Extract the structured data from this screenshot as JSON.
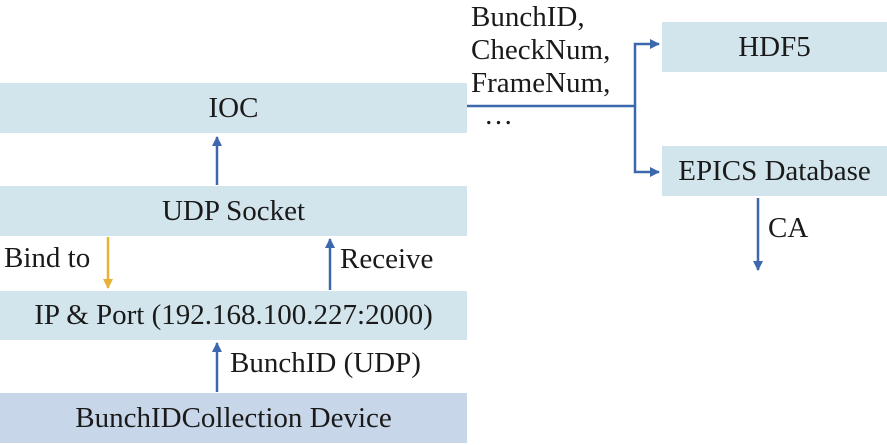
{
  "boxes": {
    "ioc": "IOC",
    "udp_socket": "UDP Socket",
    "ip_port": "IP & Port (192.168.100.227:2000)",
    "device": "BunchIDCollection Device",
    "hdf5": "HDF5",
    "epics_db": "EPICS Database"
  },
  "labels": {
    "bind_to": "Bind to",
    "receive": "Receive",
    "bunchid_udp": "BunchID (UDP)",
    "ca": "CA",
    "fields": [
      "BunchID,",
      "CheckNum,",
      "FrameNum,",
      "…"
    ]
  },
  "colors": {
    "box_fill": "#d3e5ec",
    "device_fill": "#c8d6ea",
    "arrow_blue": "#3e68ad",
    "arrow_yellow": "#e8b13a"
  }
}
